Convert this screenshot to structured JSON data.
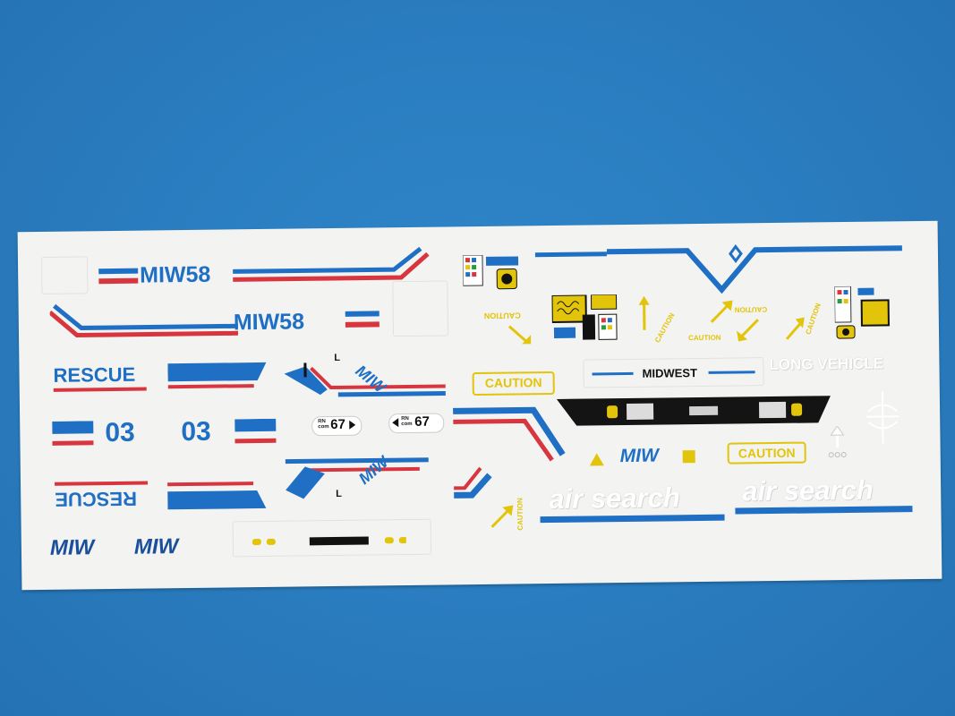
{
  "decal_sheet": {
    "colors": {
      "background": "#2a7ec1",
      "sheet": "#f3f3f1",
      "blue": "#1f6fc4",
      "red": "#d8363f",
      "yellow": "#e2c40a",
      "black": "#111111"
    },
    "code_label_1": "MIW58",
    "code_label_2": "MIW58",
    "rescue_label_1": "RESCUE",
    "rescue_label_2": "RESCUE",
    "number_label_1": "03",
    "number_label_2": "03",
    "number_label_3": "67",
    "number_label_4": "67",
    "tiny_label_1": "RN com",
    "tiny_label_2": "RN com",
    "logo_labels": [
      "MIW",
      "MIW",
      "MIW",
      "MIW",
      "MIW"
    ],
    "caution_labels": [
      "CAUTION",
      "CAUTION",
      "CAUTION",
      "CAUTION",
      "CAUTION",
      "CAUTION",
      "CAUTION"
    ],
    "midwest_label": "MIDWEST",
    "long_vehicle_label": "LONG VEHICLE",
    "air_search_labels": [
      "air search",
      "air search"
    ],
    "small_letter_l": "L"
  }
}
